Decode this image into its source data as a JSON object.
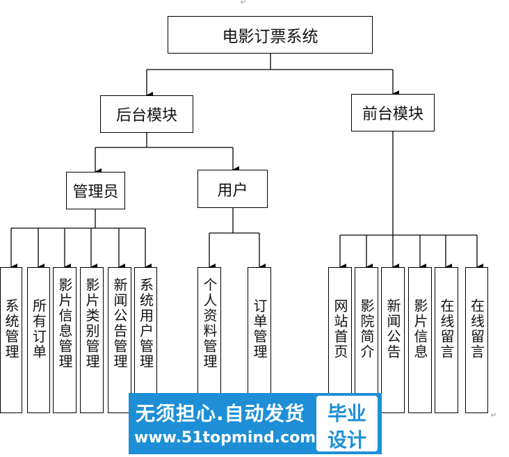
{
  "diagram": {
    "root": "电影订票系统",
    "backend": "后台模块",
    "frontend": "前台模块",
    "admin": "管理员",
    "user": "用户",
    "admin_items": [
      "系统管理",
      "所有订单",
      "影片信息管理",
      "影片类别管理",
      "新闻公告管理",
      "系统用户管理"
    ],
    "user_items": [
      "个人资料管理",
      "订单管理"
    ],
    "front_items": [
      "网站首页",
      "影院简介",
      "新闻公告",
      "影片信息",
      "在线留言",
      "在线留言"
    ],
    "paragraph_mark": "↵"
  },
  "watermark": {
    "slogan": "无须担心.自动发货",
    "url": "www.51topmind.com",
    "badge_line1": "毕业",
    "badge_line2": "设计"
  }
}
